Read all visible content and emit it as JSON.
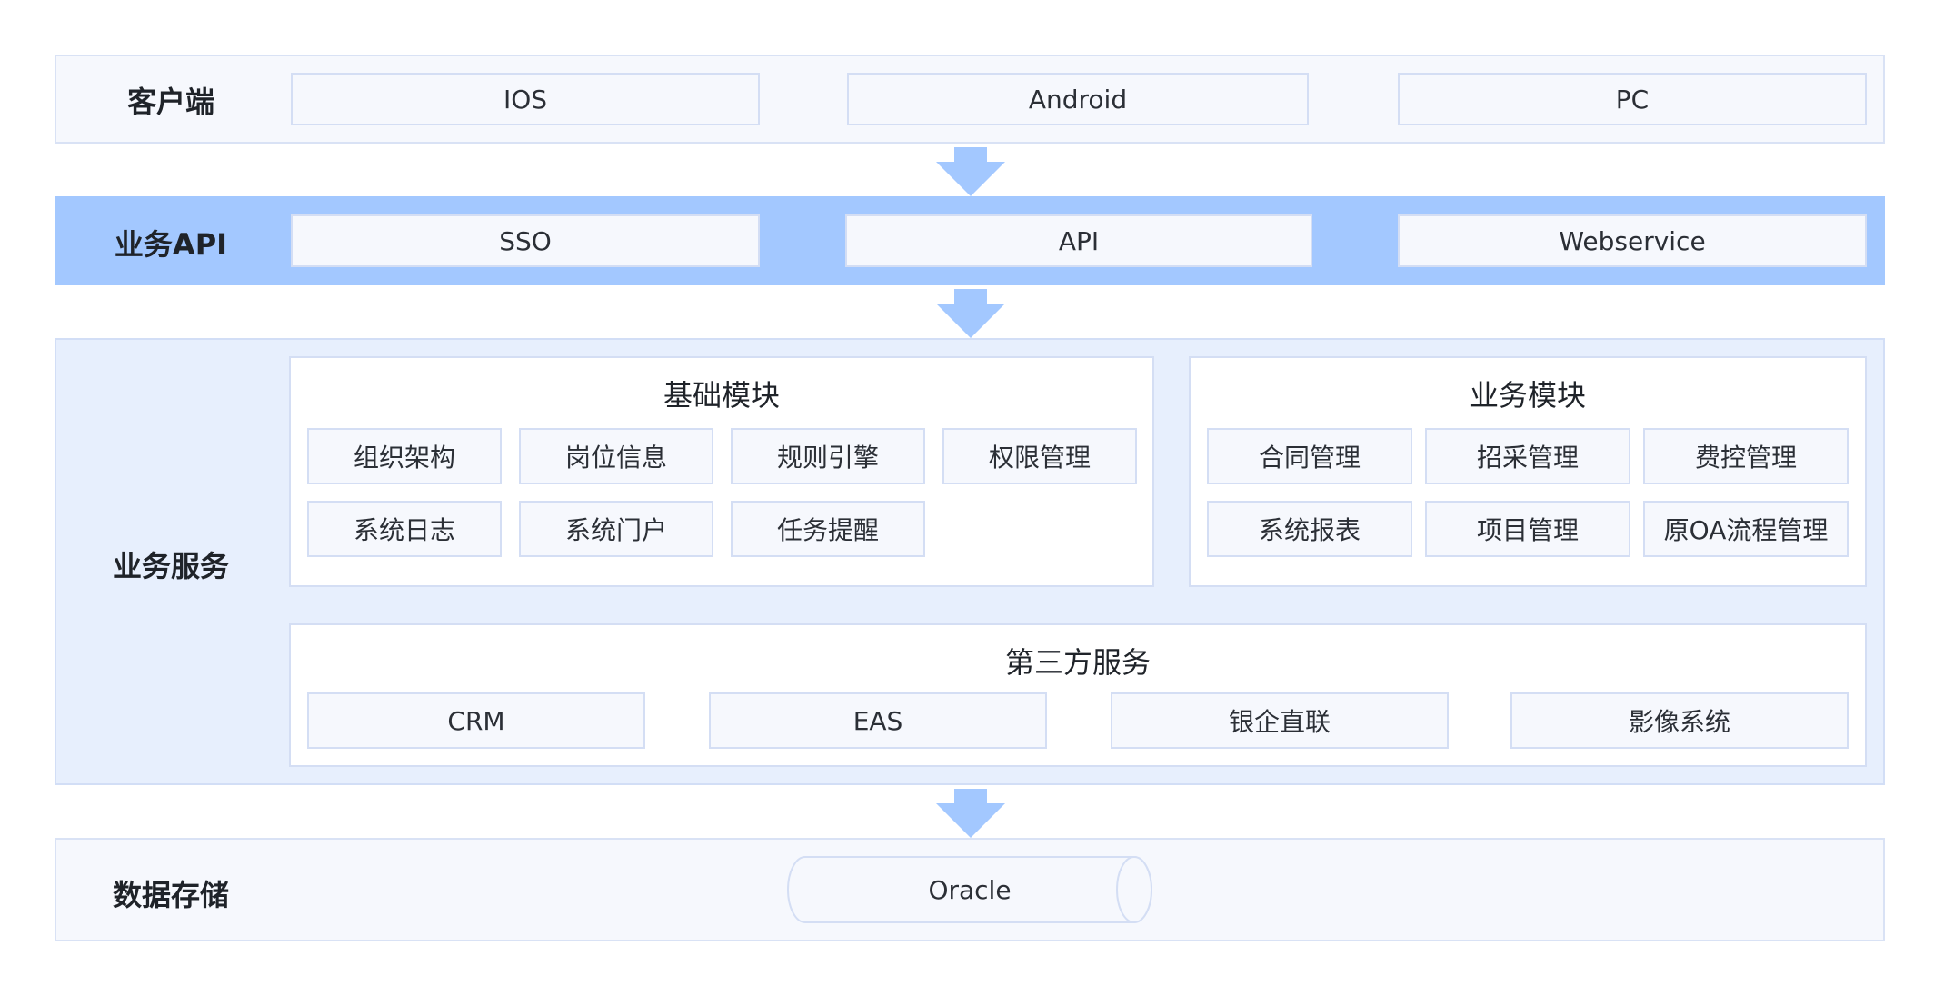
{
  "layers": {
    "client": {
      "label": "客户端",
      "items": [
        "IOS",
        "Android",
        "PC"
      ]
    },
    "api": {
      "label": "业务API",
      "items": [
        "SSO",
        "API",
        "Webservice"
      ]
    },
    "service": {
      "label": "业务服务",
      "base_module": {
        "title": "基础模块",
        "items": [
          "组织架构",
          "岗位信息",
          "规则引擎",
          "权限管理",
          "系统日志",
          "系统门户",
          "任务提醒"
        ]
      },
      "biz_module": {
        "title": "业务模块",
        "items": [
          "合同管理",
          "招采管理",
          "费控管理",
          "系统报表",
          "项目管理",
          "原OA流程管理"
        ]
      },
      "third_party": {
        "title": "第三方服务",
        "items": [
          "CRM",
          "EAS",
          "银企直联",
          "影像系统"
        ]
      }
    },
    "storage": {
      "label": "数据存储",
      "database": "Oracle"
    }
  },
  "colors": {
    "api_band": "#a3c8ff",
    "service_band": "#e7effd",
    "arrow": "#a3c8ff",
    "box_fill": "#f6f8fd",
    "box_border": "#d4def4"
  },
  "icons": {
    "flow_arrow": "down-arrow-icon",
    "database": "cylinder-icon"
  }
}
